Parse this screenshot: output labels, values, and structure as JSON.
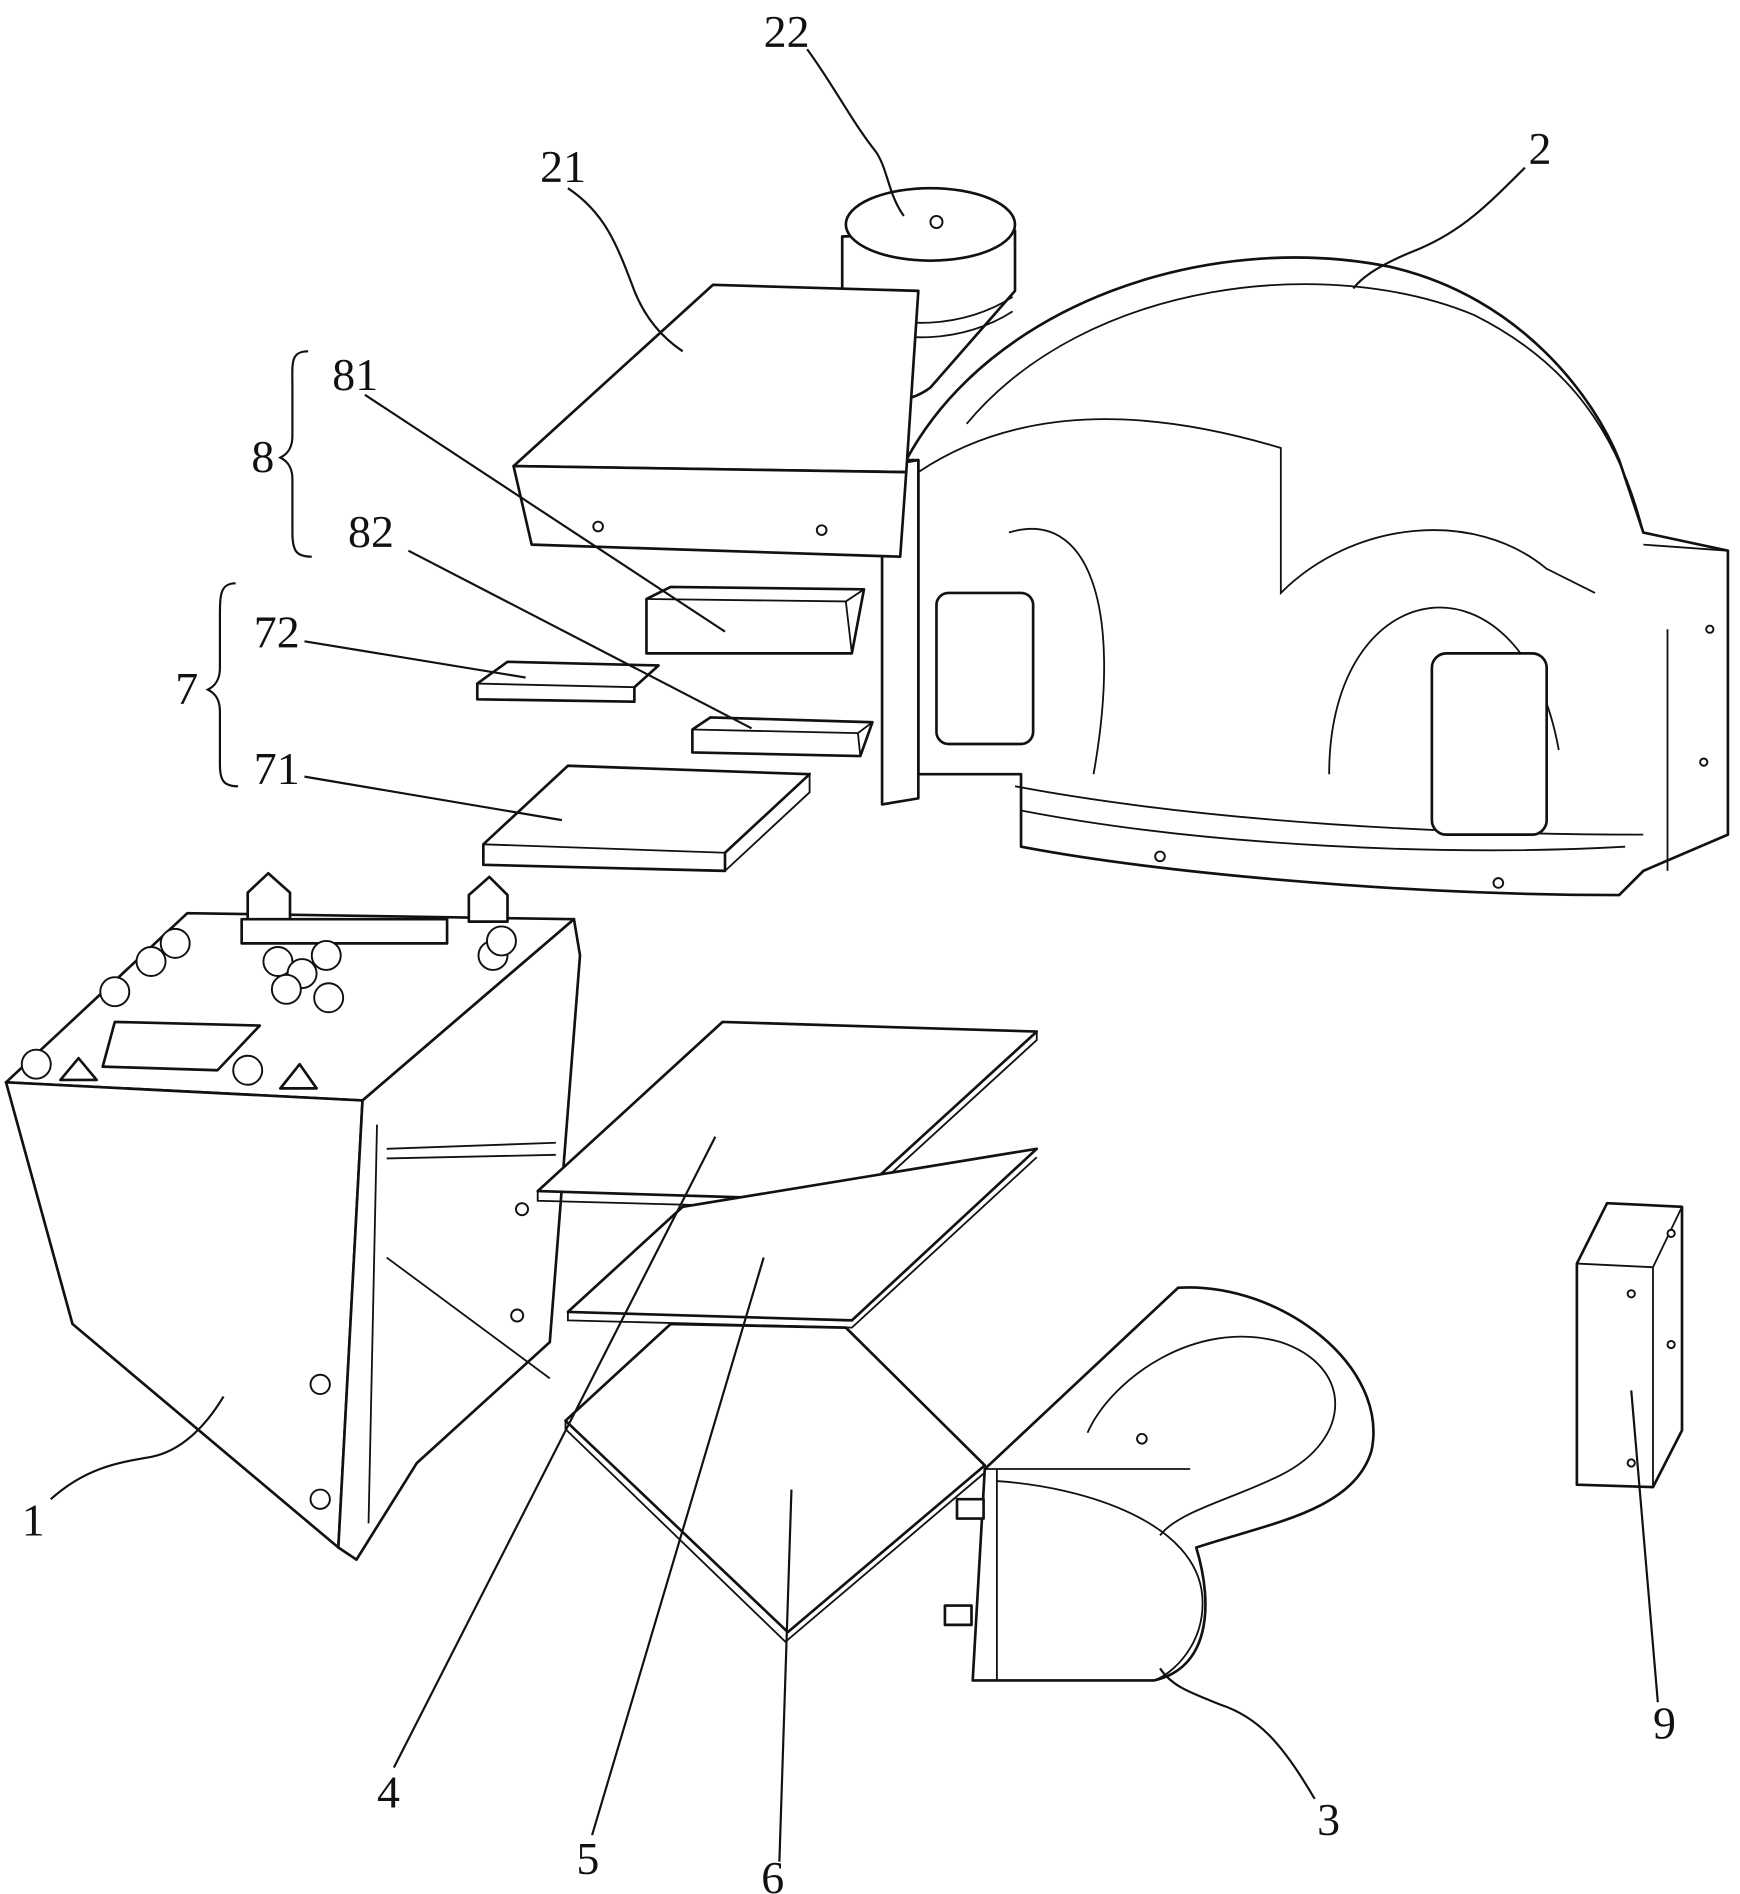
{
  "figure": {
    "labels": {
      "l22": "22",
      "l21": "21",
      "l2": "2",
      "l81": "81",
      "l8": "8",
      "l82": "82",
      "l72": "72",
      "l7": "7",
      "l71": "71",
      "l1": "1",
      "l4": "4",
      "l5": "5",
      "l6": "6",
      "l3": "3",
      "l9": "9"
    }
  }
}
